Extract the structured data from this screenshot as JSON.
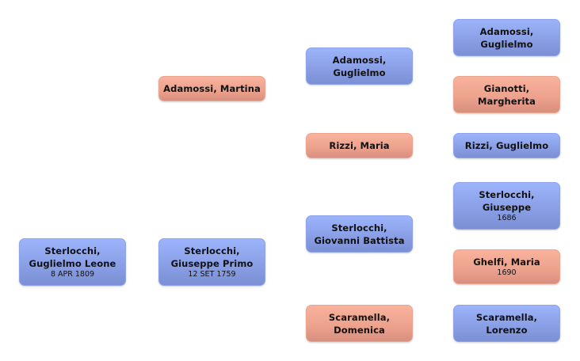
{
  "tree": {
    "root": {
      "name": "Sterlocchi,\nGuglielmo Leone",
      "date": "8 APR 1809",
      "sex": "male"
    },
    "father": {
      "name": "Sterlocchi,\nGiuseppe Primo",
      "date": "12 SET 1759",
      "sex": "male"
    },
    "mother": {
      "name": "Adamossi, Martina",
      "date": "",
      "sex": "female"
    },
    "mother_father": {
      "name": "Adamossi,\nGuglielmo",
      "date": "",
      "sex": "male"
    },
    "mother_mother": {
      "name": "Rizzi, Maria",
      "date": "",
      "sex": "female"
    },
    "father_father": {
      "name": "Sterlocchi,\nGiovanni Battista",
      "date": "",
      "sex": "male"
    },
    "father_mother": {
      "name": "Scaramella,\nDomenica",
      "date": "",
      "sex": "female"
    },
    "mother_father_father": {
      "name": "Adamossi,\nGuglielmo",
      "date": "",
      "sex": "male"
    },
    "mother_father_mother": {
      "name": "Gianotti,\nMargherita",
      "date": "",
      "sex": "female"
    },
    "mother_mother_father": {
      "name": "Rizzi, Guglielmo",
      "date": "",
      "sex": "male"
    },
    "father_father_father": {
      "name": "Sterlocchi,\nGiuseppe",
      "date": "1686",
      "sex": "male"
    },
    "father_father_mother": {
      "name": "Ghelfi, Maria",
      "date": "1690",
      "sex": "female"
    },
    "father_mother_father": {
      "name": "Scaramella,\nLorenzo",
      "date": "",
      "sex": "male"
    }
  },
  "colors": {
    "male": "#8a9fe6",
    "female": "#eda38d"
  }
}
